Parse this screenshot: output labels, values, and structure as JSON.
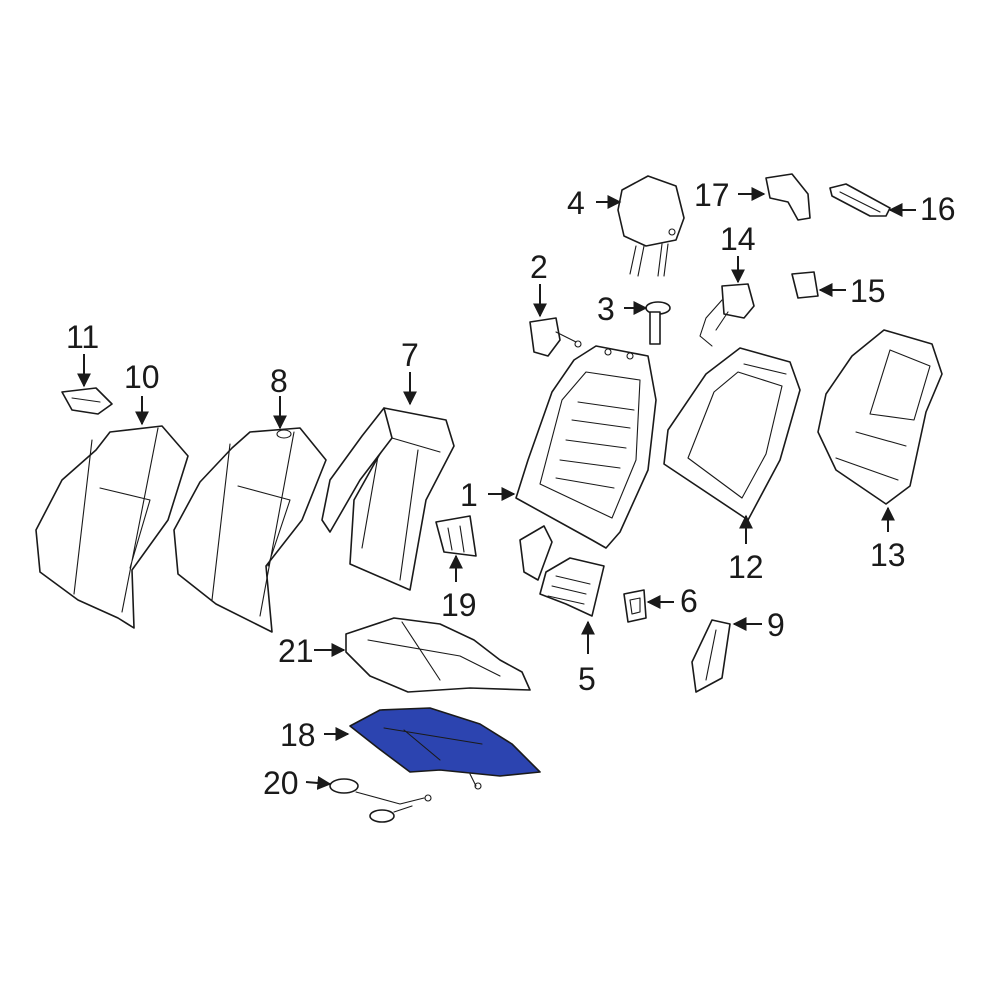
{
  "highlight_color": "#2c44b0",
  "callouts": [
    {
      "id": "c1",
      "text": "1"
    },
    {
      "id": "c2",
      "text": "2"
    },
    {
      "id": "c3",
      "text": "3"
    },
    {
      "id": "c4",
      "text": "4"
    },
    {
      "id": "c5",
      "text": "5"
    },
    {
      "id": "c6",
      "text": "6"
    },
    {
      "id": "c7",
      "text": "7"
    },
    {
      "id": "c8",
      "text": "8"
    },
    {
      "id": "c9",
      "text": "9"
    },
    {
      "id": "c10",
      "text": "10"
    },
    {
      "id": "c11",
      "text": "11"
    },
    {
      "id": "c12",
      "text": "12"
    },
    {
      "id": "c13",
      "text": "13"
    },
    {
      "id": "c14",
      "text": "14"
    },
    {
      "id": "c15",
      "text": "15"
    },
    {
      "id": "c16",
      "text": "16"
    },
    {
      "id": "c17",
      "text": "17"
    },
    {
      "id": "c18",
      "text": "18"
    },
    {
      "id": "c19",
      "text": "19"
    },
    {
      "id": "c20",
      "text": "20"
    },
    {
      "id": "c21",
      "text": "21"
    }
  ],
  "highlighted_part": "18"
}
